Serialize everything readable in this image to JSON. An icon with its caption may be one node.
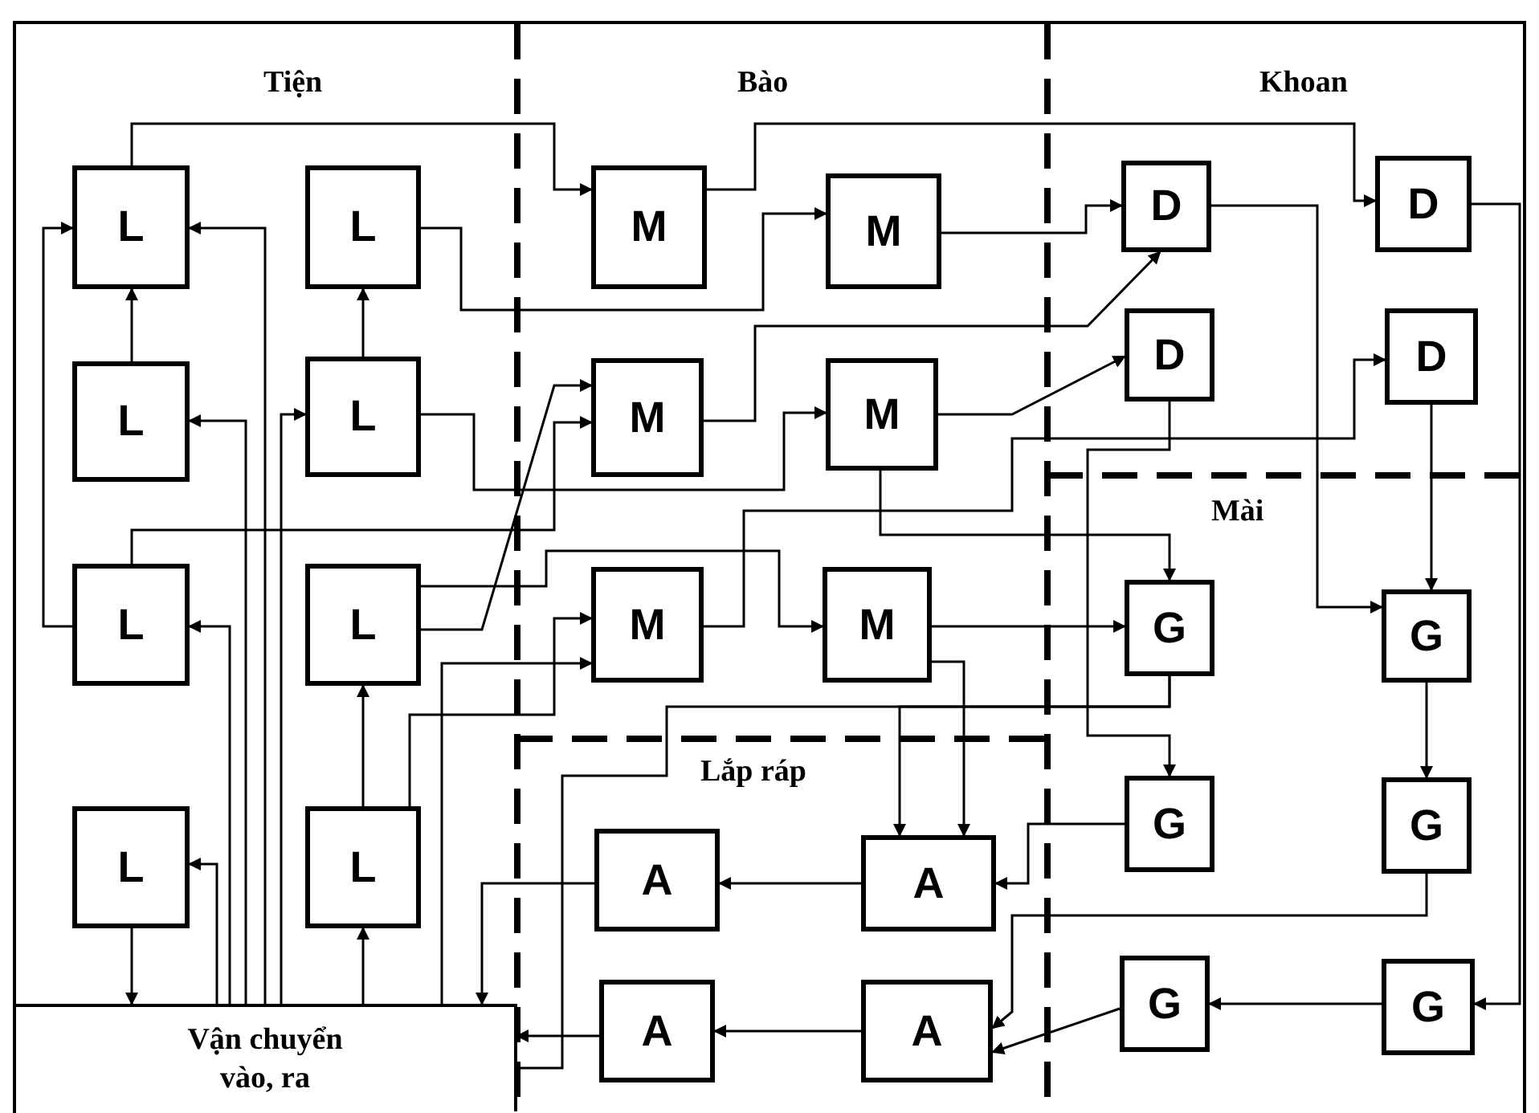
{
  "diagram": {
    "nodes": [
      {
        "text": [
          "L"
        ]
      },
      {
        "text": [
          "L"
        ]
      },
      {
        "text": [
          "M"
        ]
      },
      {
        "text": [
          "M"
        ]
      },
      {
        "text": [
          "D"
        ]
      },
      {
        "text": [
          "D"
        ]
      },
      {
        "text": [
          "L"
        ]
      },
      {
        "text": [
          "L"
        ]
      },
      {
        "text": [
          "M"
        ]
      },
      {
        "text": [
          "M"
        ]
      },
      {
        "text": [
          "D"
        ]
      },
      {
        "text": [
          "D"
        ]
      },
      {
        "text": [
          "L"
        ]
      },
      {
        "text": [
          "L"
        ]
      },
      {
        "text": [
          "M"
        ]
      },
      {
        "text": [
          "M"
        ]
      },
      {
        "text": [
          "G"
        ]
      },
      {
        "text": [
          "G"
        ]
      },
      {
        "text": [
          "L"
        ]
      },
      {
        "text": [
          "L"
        ]
      },
      {
        "text": [
          "A"
        ]
      },
      {
        "text": [
          "A"
        ]
      },
      {
        "text": [
          "G"
        ]
      },
      {
        "text": [
          "G"
        ]
      },
      {
        "text": [
          "A"
        ]
      },
      {
        "text": [
          "A"
        ]
      },
      {
        "text": [
          "G"
        ]
      },
      {
        "text": [
          "G"
        ]
      },
      {
        "text": [
          "Vận chuyển vào, ra"
        ]
      }
    ],
    "edges": [
      {
        "from": 0,
        "to": 2,
        "arrow": "to"
      },
      {
        "from": 2,
        "to": 5,
        "arrow": "to"
      },
      {
        "from": 1,
        "to": 3,
        "arrow": "to"
      },
      {
        "from": 3,
        "to": 4,
        "arrow": "to"
      },
      {
        "from": 6,
        "to": 0,
        "arrow": "to"
      },
      {
        "from": 7,
        "to": 1,
        "arrow": "to"
      },
      {
        "from": 7,
        "to": 9,
        "arrow": "to"
      },
      {
        "from": 9,
        "to": 10,
        "arrow": "to"
      },
      {
        "from": 8,
        "to": 4,
        "arrow": "to"
      },
      {
        "from": 12,
        "to": 0,
        "arrow": "to"
      },
      {
        "from": 12,
        "to": 8,
        "arrow": "to"
      },
      {
        "from": 13,
        "to": 8,
        "arrow": "to"
      },
      {
        "from": 13,
        "to": 15,
        "arrow": "to"
      },
      {
        "from": 14,
        "to": 11,
        "arrow": "to"
      },
      {
        "from": 9,
        "to": 16,
        "arrow": "to"
      },
      {
        "from": 10,
        "to": 22,
        "arrow": "to"
      },
      {
        "from": 4,
        "to": 17,
        "arrow": "to"
      },
      {
        "from": 5,
        "to": 27,
        "arrow": "to"
      },
      {
        "from": 11,
        "to": 17,
        "arrow": "to"
      },
      {
        "from": 17,
        "to": 23,
        "arrow": "to"
      },
      {
        "from": 23,
        "to": 25,
        "arrow": "to"
      },
      {
        "from": 27,
        "to": 26,
        "arrow": "to"
      },
      {
        "from": 26,
        "to": 25,
        "arrow": "to"
      },
      {
        "from": 22,
        "to": 21,
        "arrow": "to"
      },
      {
        "from": 15,
        "to": 16,
        "arrow": "to"
      },
      {
        "from": 16,
        "to": 21,
        "arrow": "to"
      },
      {
        "from": 15,
        "to": 21,
        "arrow": "to"
      },
      {
        "from": 21,
        "to": 20,
        "arrow": "to"
      },
      {
        "from": 25,
        "to": 24,
        "arrow": "to"
      },
      {
        "from": 20,
        "to": 28,
        "arrow": "to"
      },
      {
        "from": 24,
        "to": 28,
        "arrow": "to"
      },
      {
        "from": 16,
        "to": 28,
        "arrow": "none"
      },
      {
        "from": 28,
        "to": 0,
        "arrow": "to"
      },
      {
        "from": 28,
        "to": 6,
        "arrow": "to"
      },
      {
        "from": 28,
        "to": 12,
        "arrow": "to"
      },
      {
        "from": 28,
        "to": 18,
        "arrow": "to"
      },
      {
        "from": 28,
        "to": 7,
        "arrow": "to"
      },
      {
        "from": 28,
        "to": 19,
        "arrow": "to"
      },
      {
        "from": 18,
        "to": 28,
        "arrow": "to"
      },
      {
        "from": 19,
        "to": 13,
        "arrow": "to"
      },
      {
        "from": 19,
        "to": 14,
        "arrow": "to"
      },
      {
        "from": 28,
        "to": 14,
        "arrow": "to"
      }
    ],
    "labels": [
      "Tiện",
      "Bào",
      "Khoan",
      "Mài",
      "Lắp ráp"
    ]
  }
}
